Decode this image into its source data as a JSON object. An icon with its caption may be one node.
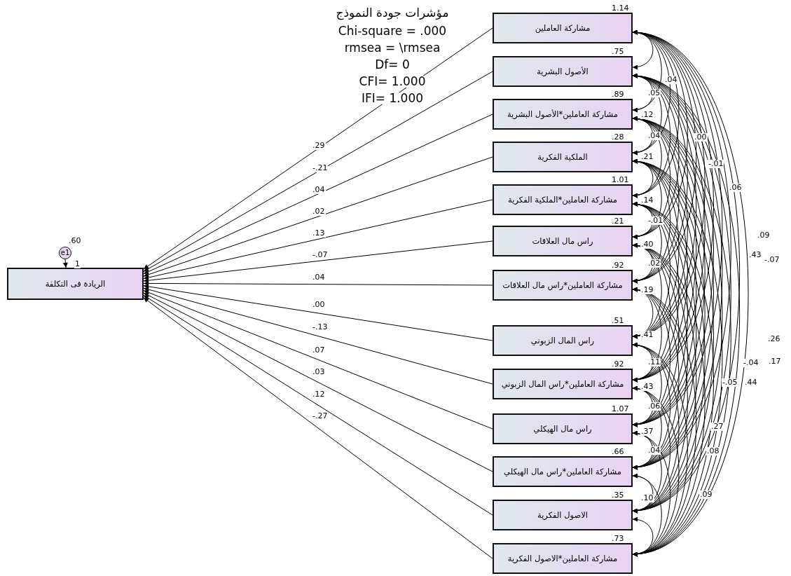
{
  "diagram": {
    "title": "مؤشرات جودة النموذج",
    "nodes": [
      {
        "text": [
          "مشاركة العاملين"
        ],
        "beside": [
          "1.14"
        ]
      },
      {
        "text": [
          "الأصول البشرية"
        ],
        "beside": [
          ".75"
        ]
      },
      {
        "text": [
          "مشاركة العاملين*الأصول البشرية"
        ],
        "beside": [
          ".89"
        ]
      },
      {
        "text": [
          "الملكية الفكرية"
        ],
        "beside": [
          ".28"
        ]
      },
      {
        "text": [
          "مشاركة العاملين*الملكية الفكرية"
        ],
        "beside": [
          "1.01"
        ]
      },
      {
        "text": [
          "راس مال العلاقات"
        ],
        "beside": [
          ".21"
        ]
      },
      {
        "text": [
          "مشاركة العاملين*راس مال العلاقات"
        ],
        "beside": [
          ".92"
        ]
      },
      {
        "text": [
          "راس المال الزبوني"
        ],
        "beside": [
          ".51"
        ]
      },
      {
        "text": [
          "مشاركة العاملين*راس المال الزبوني"
        ],
        "beside": [
          ".92"
        ]
      },
      {
        "text": [
          "راس مال الهيكلي"
        ],
        "beside": [
          "1.07"
        ]
      },
      {
        "text": [
          "مشاركة العاملين*راس مال الهيكلي"
        ],
        "beside": [
          ".66"
        ]
      },
      {
        "text": [
          "الاصول الفكرية"
        ],
        "beside": [
          ".35"
        ]
      },
      {
        "text": [
          "مشاركة العاملين*الاصول الفكرية"
        ],
        "beside": [
          ".73"
        ]
      },
      {
        "text": [
          "الريادة فى التكلفة"
        ]
      },
      {
        "text": [
          "e1"
        ],
        "beside": [
          ".60"
        ]
      }
    ],
    "edges": [
      {
        "from": 0,
        "to": 13,
        "arrow": "to",
        "label": ".29"
      },
      {
        "from": 1,
        "to": 13,
        "arrow": "to",
        "label": "-.21"
      },
      {
        "from": 2,
        "to": 13,
        "arrow": "to",
        "label": ".04"
      },
      {
        "from": 3,
        "to": 13,
        "arrow": "to",
        "label": ".02"
      },
      {
        "from": 4,
        "to": 13,
        "arrow": "to",
        "label": ".13"
      },
      {
        "from": 5,
        "to": 13,
        "arrow": "to",
        "label": "-.07"
      },
      {
        "from": 6,
        "to": 13,
        "arrow": "to",
        "label": ".04"
      },
      {
        "from": 7,
        "to": 13,
        "arrow": "to",
        "label": ".00"
      },
      {
        "from": 8,
        "to": 13,
        "arrow": "to",
        "label": "-.13"
      },
      {
        "from": 9,
        "to": 13,
        "arrow": "to",
        "label": ".07"
      },
      {
        "from": 10,
        "to": 13,
        "arrow": "to",
        "label": ".03"
      },
      {
        "from": 11,
        "to": 13,
        "arrow": "to",
        "label": ".12"
      },
      {
        "from": 12,
        "to": 13,
        "arrow": "to",
        "label": "-.27"
      },
      {
        "from": 14,
        "to": 13,
        "arrow": "to",
        "label": "1"
      },
      {
        "from": 0,
        "to": 1,
        "arrow": "both"
      },
      {
        "from": 0,
        "to": 2,
        "arrow": "both"
      },
      {
        "from": 0,
        "to": 3,
        "arrow": "both"
      },
      {
        "from": 0,
        "to": 4,
        "arrow": "both"
      },
      {
        "from": 0,
        "to": 5,
        "arrow": "both"
      },
      {
        "from": 0,
        "to": 6,
        "arrow": "both"
      },
      {
        "from": 0,
        "to": 7,
        "arrow": "both"
      },
      {
        "from": 0,
        "to": 8,
        "arrow": "both"
      },
      {
        "from": 0,
        "to": 9,
        "arrow": "both"
      },
      {
        "from": 0,
        "to": 10,
        "arrow": "both"
      },
      {
        "from": 0,
        "to": 11,
        "arrow": "both"
      },
      {
        "from": 0,
        "to": 12,
        "arrow": "both"
      },
      {
        "from": 1,
        "to": 2,
        "arrow": "both",
        "label": ".05"
      },
      {
        "from": 1,
        "to": 3,
        "arrow": "both"
      },
      {
        "from": 1,
        "to": 4,
        "arrow": "both"
      },
      {
        "from": 1,
        "to": 5,
        "arrow": "both"
      },
      {
        "from": 1,
        "to": 6,
        "arrow": "both"
      },
      {
        "from": 1,
        "to": 7,
        "arrow": "both"
      },
      {
        "from": 1,
        "to": 8,
        "arrow": "both"
      },
      {
        "from": 1,
        "to": 9,
        "arrow": "both"
      },
      {
        "from": 1,
        "to": 10,
        "arrow": "both"
      },
      {
        "from": 1,
        "to": 11,
        "arrow": "both"
      },
      {
        "from": 1,
        "to": 12,
        "arrow": "both"
      },
      {
        "from": 2,
        "to": 3,
        "arrow": "both",
        "label": ".04"
      },
      {
        "from": 2,
        "to": 4,
        "arrow": "both"
      },
      {
        "from": 2,
        "to": 5,
        "arrow": "both"
      },
      {
        "from": 2,
        "to": 6,
        "arrow": "both"
      },
      {
        "from": 2,
        "to": 7,
        "arrow": "both"
      },
      {
        "from": 2,
        "to": 8,
        "arrow": "both"
      },
      {
        "from": 2,
        "to": 9,
        "arrow": "both"
      },
      {
        "from": 2,
        "to": 10,
        "arrow": "both"
      },
      {
        "from": 2,
        "to": 11,
        "arrow": "both"
      },
      {
        "from": 2,
        "to": 12,
        "arrow": "both"
      },
      {
        "from": 3,
        "to": 4,
        "arrow": "both"
      },
      {
        "from": 3,
        "to": 5,
        "arrow": "both"
      },
      {
        "from": 3,
        "to": 6,
        "arrow": "both"
      },
      {
        "from": 3,
        "to": 7,
        "arrow": "both"
      },
      {
        "from": 3,
        "to": 8,
        "arrow": "both"
      },
      {
        "from": 3,
        "to": 9,
        "arrow": "both"
      },
      {
        "from": 3,
        "to": 10,
        "arrow": "both"
      },
      {
        "from": 3,
        "to": 11,
        "arrow": "both"
      },
      {
        "from": 3,
        "to": 12,
        "arrow": "both"
      },
      {
        "from": 4,
        "to": 5,
        "arrow": "both",
        "label": "-.01"
      },
      {
        "from": 4,
        "to": 6,
        "arrow": "both"
      },
      {
        "from": 4,
        "to": 7,
        "arrow": "both"
      },
      {
        "from": 4,
        "to": 8,
        "arrow": "both"
      },
      {
        "from": 4,
        "to": 9,
        "arrow": "both"
      },
      {
        "from": 4,
        "to": 10,
        "arrow": "both"
      },
      {
        "from": 4,
        "to": 11,
        "arrow": "both"
      },
      {
        "from": 4,
        "to": 12,
        "arrow": "both"
      },
      {
        "from": 5,
        "to": 6,
        "arrow": "both",
        "label": ".02"
      },
      {
        "from": 5,
        "to": 7,
        "arrow": "both"
      },
      {
        "from": 5,
        "to": 8,
        "arrow": "both"
      },
      {
        "from": 5,
        "to": 9,
        "arrow": "both"
      },
      {
        "from": 5,
        "to": 10,
        "arrow": "both"
      },
      {
        "from": 5,
        "to": 11,
        "arrow": "both"
      },
      {
        "from": 5,
        "to": 12,
        "arrow": "both"
      },
      {
        "from": 6,
        "to": 7,
        "arrow": "both"
      },
      {
        "from": 6,
        "to": 8,
        "arrow": "both"
      },
      {
        "from": 6,
        "to": 9,
        "arrow": "both"
      },
      {
        "from": 6,
        "to": 10,
        "arrow": "both"
      },
      {
        "from": 6,
        "to": 11,
        "arrow": "both"
      },
      {
        "from": 6,
        "to": 12,
        "arrow": "both"
      },
      {
        "from": 7,
        "to": 8,
        "arrow": "both",
        "label": ".11"
      },
      {
        "from": 7,
        "to": 9,
        "arrow": "both"
      },
      {
        "from": 7,
        "to": 10,
        "arrow": "both"
      },
      {
        "from": 7,
        "to": 11,
        "arrow": "both"
      },
      {
        "from": 7,
        "to": 12,
        "arrow": "both"
      },
      {
        "from": 8,
        "to": 9,
        "arrow": "both",
        "label": ".06"
      },
      {
        "from": 8,
        "to": 10,
        "arrow": "both"
      },
      {
        "from": 8,
        "to": 11,
        "arrow": "both"
      },
      {
        "from": 8,
        "to": 12,
        "arrow": "both"
      },
      {
        "from": 9,
        "to": 10,
        "arrow": "both",
        "label": ".04"
      },
      {
        "from": 9,
        "to": 11,
        "arrow": "both"
      },
      {
        "from": 9,
        "to": 12,
        "arrow": "both"
      },
      {
        "from": 10,
        "to": 11,
        "arrow": "both"
      },
      {
        "from": 10,
        "to": 12,
        "arrow": "both"
      },
      {
        "from": 11,
        "to": 12,
        "arrow": "both"
      }
    ],
    "labels": [
      "Chi-square = .000",
      "rmsea = \\rmsea",
      "Df= 0",
      "CFI= 1.000",
      "IFI= 1.000",
      ".04",
      ".12",
      ".21",
      ".14",
      ".40",
      ".19",
      ".41",
      ".43",
      ".37",
      ".10",
      ".00",
      "-.01",
      ".06",
      ".09",
      ".43",
      "-.07",
      ".26",
      ".17",
      "-.04",
      ".44",
      "-.05",
      ".27",
      ".08",
      ".09"
    ]
  }
}
